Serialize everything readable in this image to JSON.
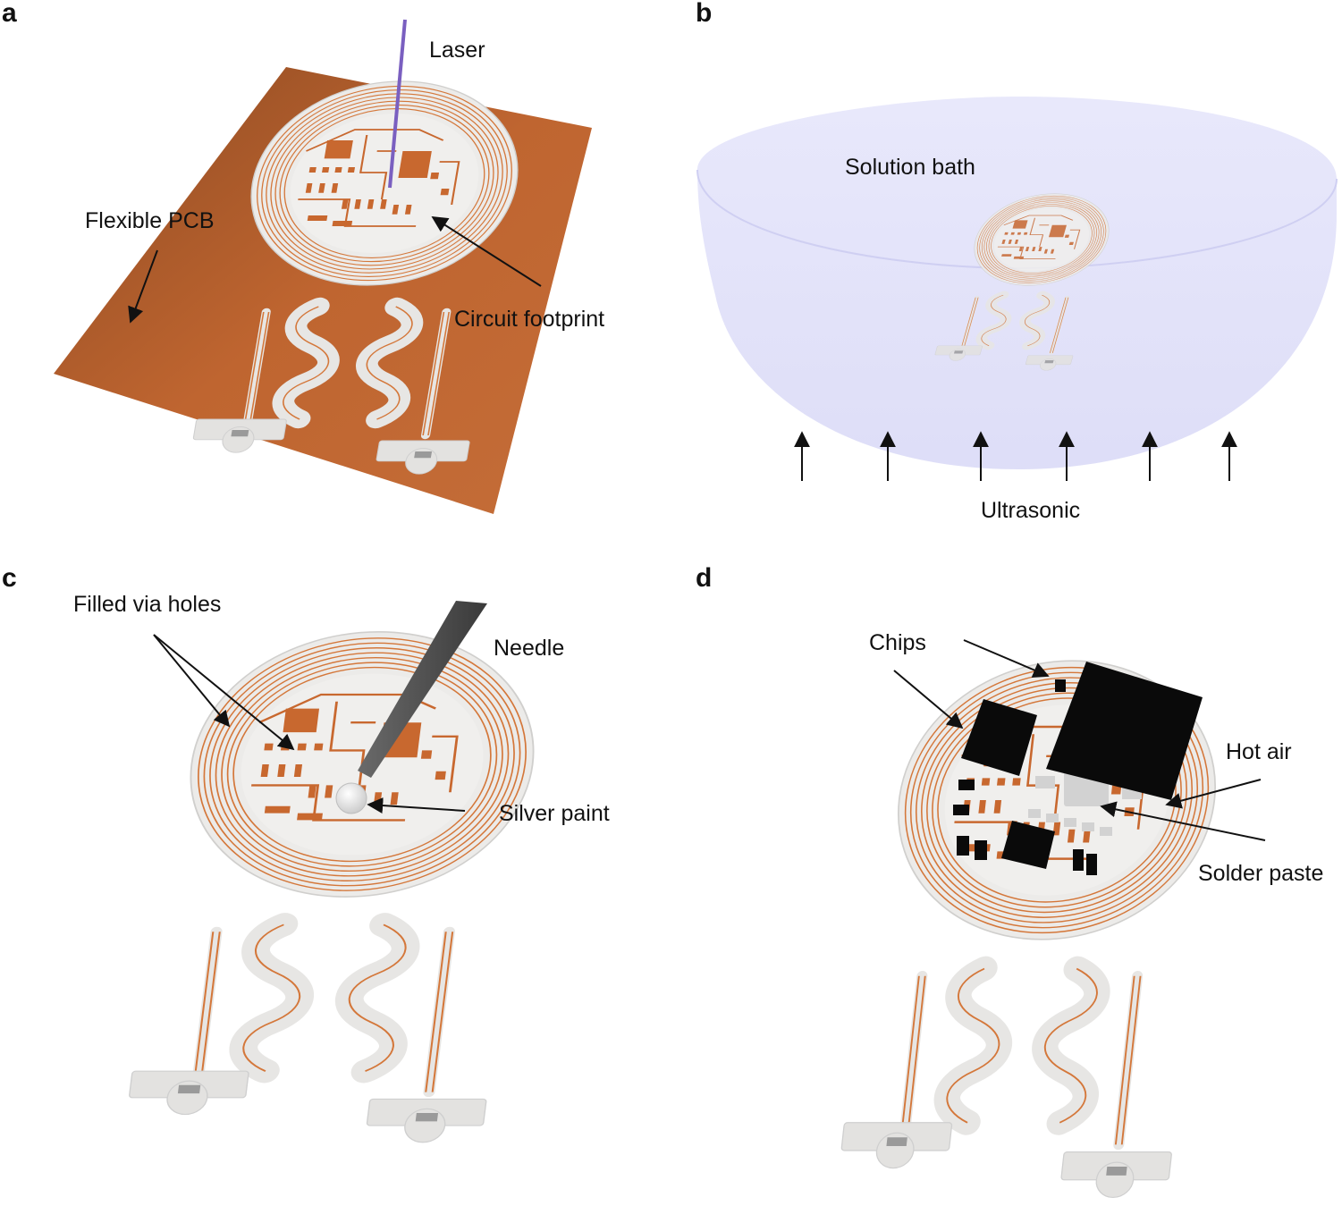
{
  "panels": {
    "a": {
      "letter": "a",
      "labels": {
        "laser": "Laser",
        "flexible_pcb": "Flexible PCB",
        "circuit_footprint": "Circuit footprint"
      }
    },
    "b": {
      "letter": "b",
      "labels": {
        "solution_bath": "Solution bath",
        "ultrasonic": "Ultrasonic"
      }
    },
    "c": {
      "letter": "c",
      "labels": {
        "filled_via_holes": "Filled via holes",
        "needle": "Needle",
        "silver_paint": "Silver paint"
      }
    },
    "d": {
      "letter": "d",
      "labels": {
        "chips": "Chips",
        "hot_air": "Hot air",
        "solder_paste": "Solder paste"
      }
    }
  },
  "colors": {
    "copper": "#c0642a",
    "copper_trace": "#d4773a",
    "board_white": "#ecebe9",
    "pad_grey": "#dcdcdc",
    "bath": "#dcdcf8",
    "laser": "#7a5fc0",
    "chip": "#0a0a0a",
    "needle": "#505050"
  }
}
